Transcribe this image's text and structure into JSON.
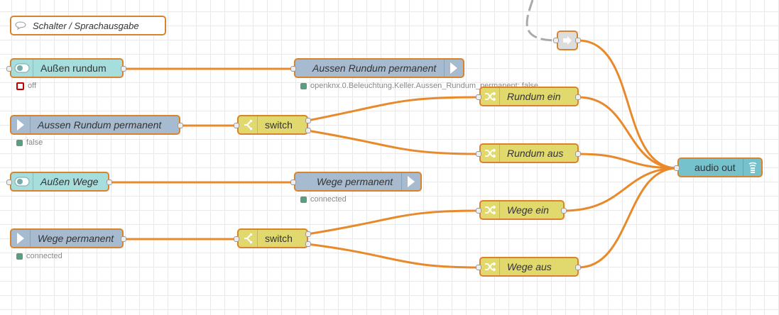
{
  "comment": {
    "label": "Schalter / Sprachausgabe"
  },
  "nodes": {
    "aussen_rundum_switch": {
      "label": "Außen rundum",
      "status": "off",
      "icon": "toggle-icon"
    },
    "aussen_rundum_out": {
      "label": "Aussen Rundum permanent",
      "status": "openknx.0.Beleuchtung.Keller.Aussen_Rundum_permanent: false",
      "icon": "arrow-right-icon"
    },
    "aussen_rundum_in": {
      "label": "Aussen Rundum permanent",
      "status": "false",
      "icon": "arrow-right-icon"
    },
    "switch1": {
      "label": "switch",
      "icon": "switch-icon"
    },
    "rundum_ein": {
      "label": "Rundum ein",
      "icon": "change-icon"
    },
    "rundum_aus": {
      "label": "Rundum aus",
      "icon": "change-icon"
    },
    "aussen_wege_switch": {
      "label": "Außen Wege",
      "icon": "toggle-icon"
    },
    "wege_out": {
      "label": "Wege permanent",
      "status": "connected",
      "icon": "arrow-right-icon"
    },
    "wege_in": {
      "label": "Wege permanent",
      "status": "connected",
      "icon": "arrow-right-icon"
    },
    "switch2": {
      "label": "switch",
      "icon": "switch-icon"
    },
    "wege_ein": {
      "label": "Wege ein",
      "icon": "change-icon"
    },
    "wege_aus": {
      "label": "Wege aus",
      "icon": "change-icon"
    },
    "audio_out": {
      "label": "audio out",
      "icon": "audio-icon"
    },
    "link_in": {
      "icon": "link-in-icon"
    }
  },
  "colors": {
    "wire": "#e88a2b",
    "node_border": "#d9842c",
    "input_node": "#a6bbcf",
    "dashboard_switch": "#a6dddd",
    "function_node": "#e2d96e",
    "audio_node": "#75c2cc",
    "status_connected": "#5a9e82",
    "status_off": "#c00000"
  }
}
